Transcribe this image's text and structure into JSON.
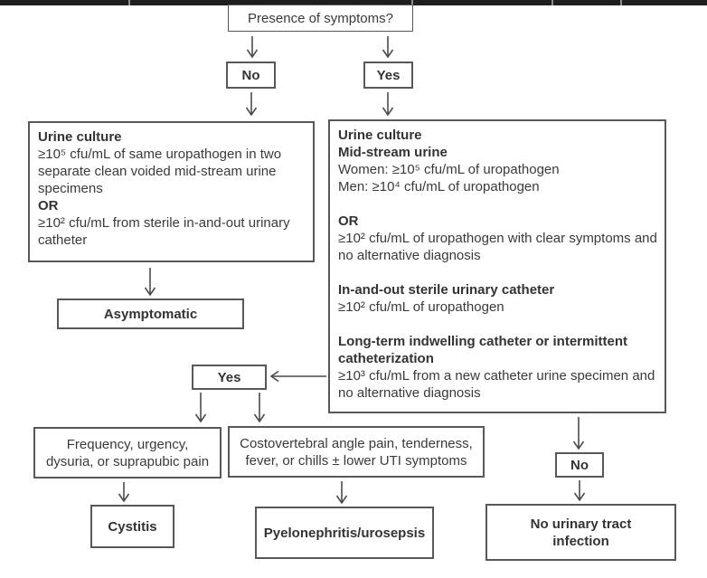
{
  "flowchart": {
    "root_question": "Presence of symptoms?",
    "branch_no_label": "No",
    "branch_yes_label": "Yes",
    "left_criteria": {
      "heading1": "Urine culture",
      "para1": "≥10⁵ cfu/mL of same uropathogen in two separate clean voided mid-stream urine specimens",
      "heading2": "OR",
      "para2": "≥10² cfu/mL from sterile in-and-out urinary catheter"
    },
    "right_criteria": {
      "heading1": "Urine culture",
      "heading2": "Mid-stream urine",
      "women_line": "Women: ≥10⁵ cfu/mL of uropathogen",
      "men_line": "Men: ≥10⁴ cfu/mL of uropathogen",
      "or_heading": "OR",
      "or_para": "≥10² cfu/mL of uropathogen with clear symptoms and no alternative diagnosis",
      "catheter_heading": "In-and-out sterile urinary catheter",
      "catheter_para": "≥10² cfu/mL of uropathogen",
      "longterm_heading": "Long-term indwelling catheter or intermittent catheterization",
      "longterm_para": "≥10³ cfu/mL from a new catheter urine specimen and no alternative diagnosis"
    },
    "asymptomatic_label": "Asymptomatic",
    "yes_decision_label": "Yes",
    "no_decision_label": "No",
    "frequency_symptoms": {
      "line1": "Frequency, urgency,",
      "line2": "dysuria, or suprapubic pain"
    },
    "costovertebral_symptoms": {
      "line1": "Costovertebral angle pain, tenderness,",
      "line2": "fever, or chills ± lower UTI symptoms"
    },
    "cystitis_label": "Cystitis",
    "pyelonephritis_label": "Pyelonephritis/urosepsis",
    "no_uti_result": {
      "line1": "No urinary tract",
      "line2": "infection"
    }
  },
  "colors": {
    "box_border": "#58585a",
    "text": "#3a3a3a",
    "arrow": "#4c4c4c",
    "top_bar": "#1e1e1e"
  }
}
